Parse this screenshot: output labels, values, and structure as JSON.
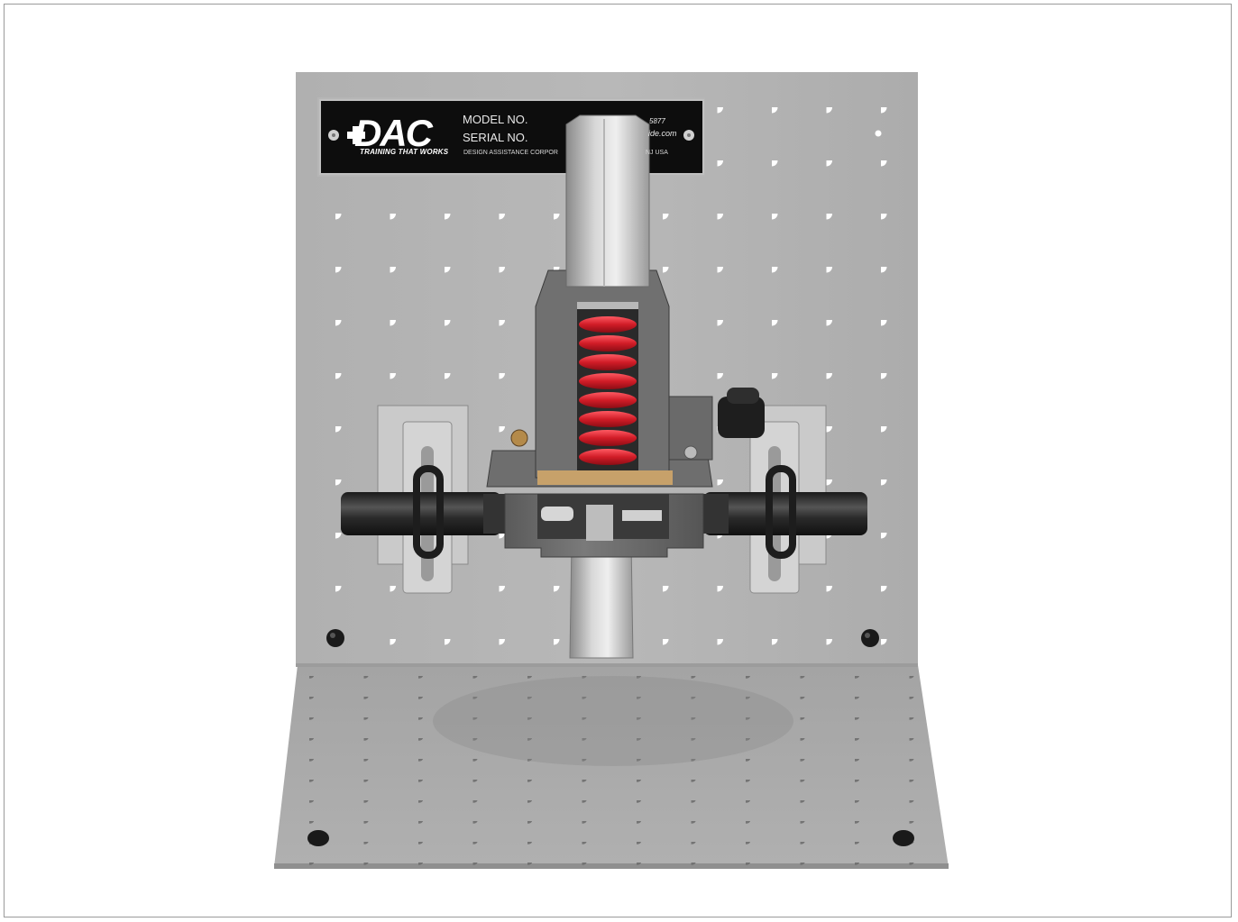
{
  "nameplate": {
    "logo": "DAC",
    "tagline": "TRAINING THAT WORKS",
    "model_label": "MODEL NO.",
    "serial_label": "SERIAL NO.",
    "corporation": "DESIGN ASSISTANCE CORPOR",
    "phone_fragment": "5877",
    "web_fragment": "ide.com",
    "state_fragment": "NJ  USA"
  },
  "colors": {
    "panel": "#b4b4b4",
    "base": "#a9a9a9",
    "nameplate": "#0d0d0d",
    "valve_body": "#6e6e6e",
    "spring": "#cc1f2a",
    "pipe": "#2a2a2a",
    "fitting": "#c9c9c9"
  }
}
